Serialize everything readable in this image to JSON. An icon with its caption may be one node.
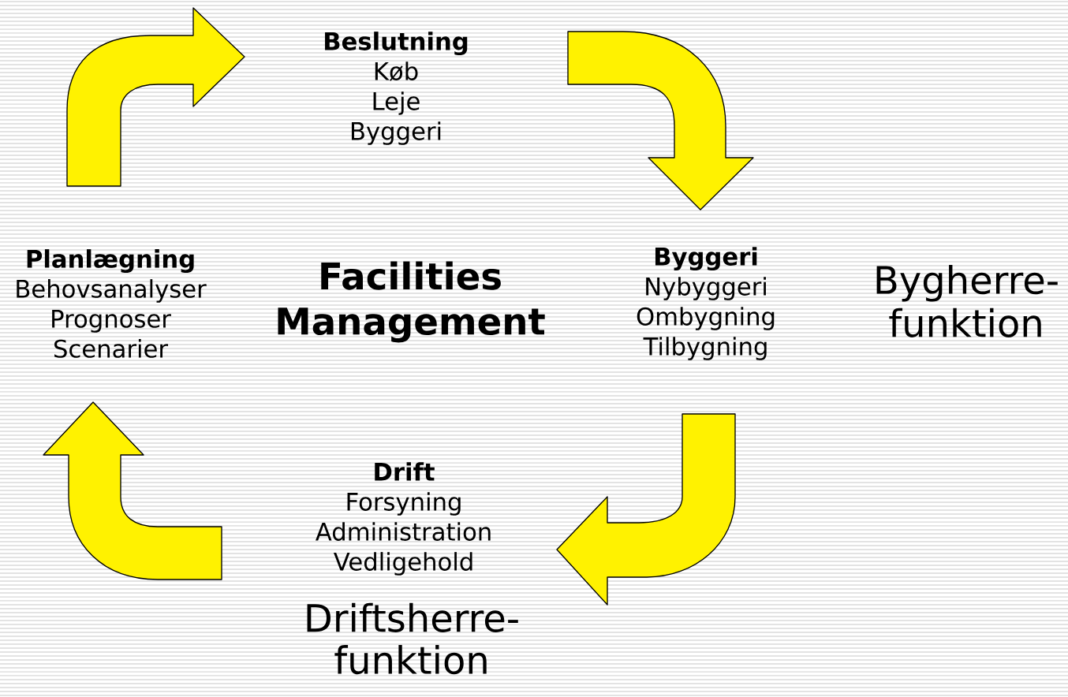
{
  "diagram": {
    "nodes": [
      {
        "text": [
          "Beslutning",
          "Køb",
          "Leje",
          "Byggeri"
        ]
      },
      {
        "text": [
          "Byggeri",
          "Nybyggeri",
          "Ombygning",
          "Tilbygning"
        ]
      },
      {
        "text": [
          "Drift",
          "Forsyning",
          "Administration",
          "Vedligehold"
        ]
      },
      {
        "text": [
          "Planlægning",
          "Behovsanalyser",
          "Prognoser",
          "Scenarier"
        ]
      }
    ],
    "edges": [
      {
        "from": 3,
        "to": 0,
        "arrow": "to"
      },
      {
        "from": 0,
        "to": 1,
        "arrow": "to"
      },
      {
        "from": 1,
        "to": 2,
        "arrow": "to"
      },
      {
        "from": 2,
        "to": 3,
        "arrow": "to"
      }
    ],
    "labels": [
      "Facilities Management",
      "Bygherre- funktion",
      "Driftsherre- funktion"
    ]
  }
}
